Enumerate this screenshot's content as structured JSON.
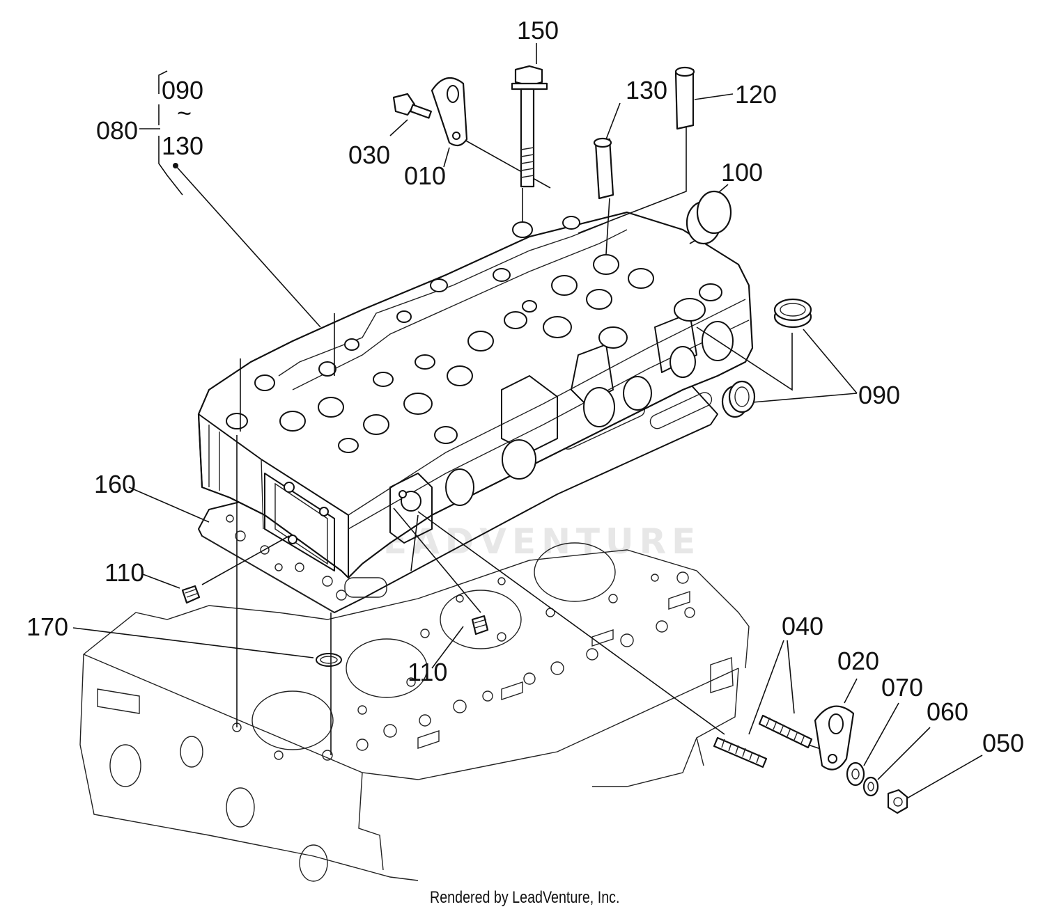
{
  "diagram": {
    "watermark": "LEADVENTURE",
    "footer": "Rendered by LeadVenture, Inc.",
    "callouts": [
      {
        "id": "c-150",
        "text": "150"
      },
      {
        "id": "c-130a",
        "text": "130"
      },
      {
        "id": "c-120",
        "text": "120"
      },
      {
        "id": "c-100",
        "text": "100"
      },
      {
        "id": "c-030",
        "text": "030"
      },
      {
        "id": "c-010",
        "text": "010"
      },
      {
        "id": "c-090a",
        "text": "090"
      },
      {
        "id": "c-tilde",
        "text": "~"
      },
      {
        "id": "c-130b",
        "text": "130"
      },
      {
        "id": "c-080",
        "text": "080"
      },
      {
        "id": "c-090b",
        "text": "090"
      },
      {
        "id": "c-160",
        "text": "160"
      },
      {
        "id": "c-110a",
        "text": "110"
      },
      {
        "id": "c-170",
        "text": "170"
      },
      {
        "id": "c-110b",
        "text": "110"
      },
      {
        "id": "c-040",
        "text": "040"
      },
      {
        "id": "c-020",
        "text": "020"
      },
      {
        "id": "c-070",
        "text": "070"
      },
      {
        "id": "c-060",
        "text": "060"
      },
      {
        "id": "c-050",
        "text": "050"
      }
    ]
  }
}
